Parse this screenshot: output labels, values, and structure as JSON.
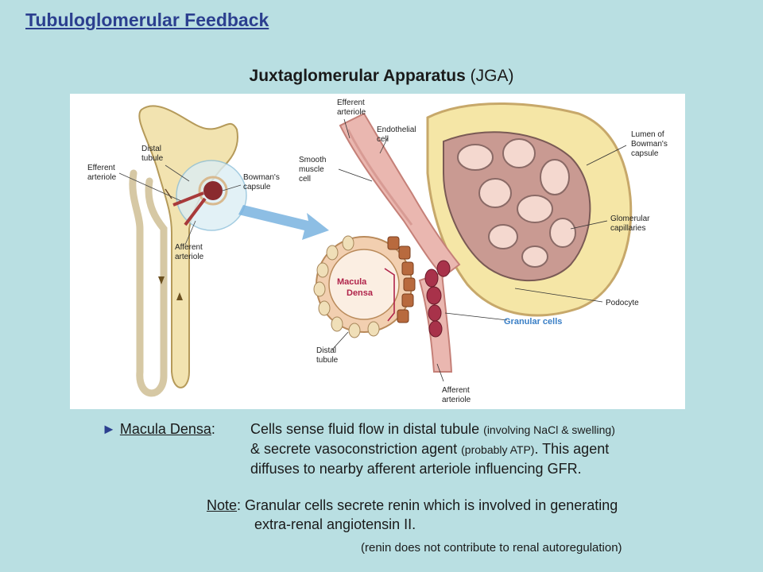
{
  "title": "Tubuloglomerular Feedback",
  "subtitle": {
    "bold": "Juxtaglomerular Apparatus",
    "rest": " (JGA)"
  },
  "figure_labels": {
    "distal_tubule_small": [
      "Distal",
      "tubule"
    ],
    "efferent_arteriole_small": [
      "Efferent",
      "arteriole"
    ],
    "bowmans_capsule_small": [
      "Bowman's",
      "capsule"
    ],
    "afferent_arteriole_small": [
      "Afferent",
      "arteriole"
    ],
    "efferent_arteriole": [
      "Efferent",
      "arteriole"
    ],
    "endothelial_cell": [
      "Endothelial",
      "cell"
    ],
    "smooth_muscle_cell": [
      "Smooth",
      "muscle",
      "cell"
    ],
    "lumen_bowmans": [
      "Lumen of",
      "Bowman's",
      "capsule"
    ],
    "glomerular_capillaries": [
      "Glomerular",
      "capillaries"
    ],
    "podocyte": "Podocyte",
    "granular_cells": "Granular cells",
    "macula_densa": [
      "Macula",
      "Densa"
    ],
    "distal_tubule": [
      "Distal",
      "tubule"
    ],
    "afferent_arteriole": [
      "Afferent",
      "arteriole"
    ]
  },
  "text": {
    "arrow": "►",
    "macula_label": "Macula Densa",
    "colon": ":",
    "line1_main": "Cells sense fluid flow in distal tubule ",
    "line1_small": "(involving NaCl & swelling)",
    "line2_main": "& secrete vasoconstriction agent ",
    "line2_small": "(probably ATP)",
    "line2_end": ". This agent",
    "line3": "diffuses to nearby afferent arteriole influencing GFR.",
    "note_label": "Note",
    "note_line1": ": Granular cells secrete renin which is involved in generating",
    "note_line2": "extra-renal angiotensin II.",
    "note_line3": "(renin does not contribute to renal autoregulation)"
  }
}
